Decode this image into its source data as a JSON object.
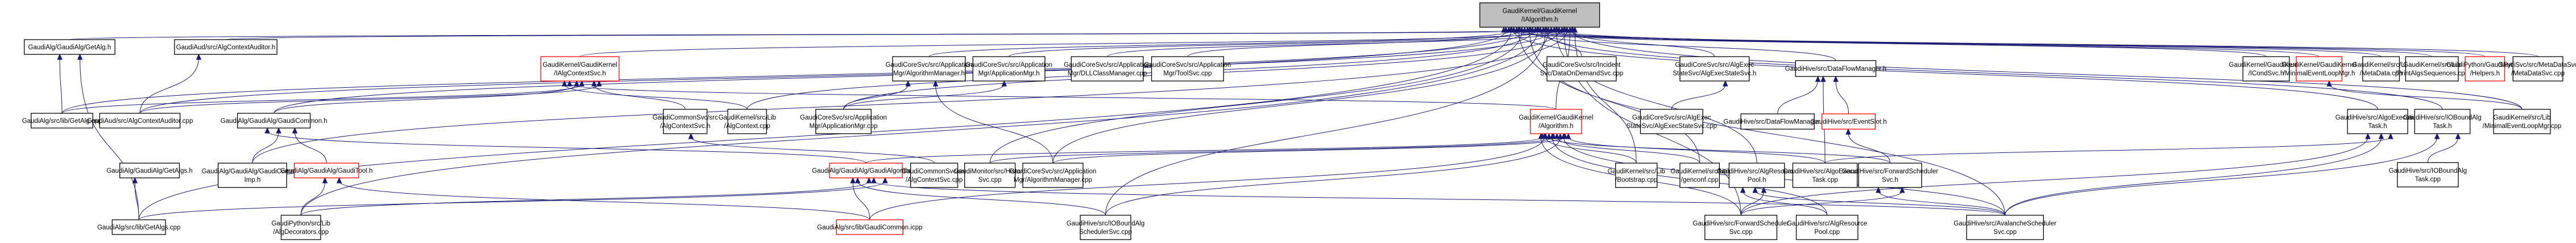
{
  "title": "GaudiKernel/GaudiKernel/IAlgorithm.h include dependency graph",
  "colors": {
    "edge": "#191970",
    "root_fill": "#bfbfbf",
    "node_border": "#000000",
    "incomplete_node_border": "#ff0000"
  },
  "nodes": {
    "root": {
      "lines": [
        "GaudiKernel/GaudiKernel",
        "/IAlgorithm.h"
      ],
      "kind": "root"
    },
    "getalg_h": {
      "lines": [
        "GaudiAlg/GaudiAlg/GetAlg.h"
      ],
      "kind": "normal"
    },
    "algctxaud_h": {
      "lines": [
        "GaudiAud/src/AlgContextAuditor.h"
      ],
      "kind": "normal"
    },
    "ialgctxsvc_h": {
      "lines": [
        "GaudiKernel/GaudiKernel",
        "/IAlgContextSvc.h"
      ],
      "kind": "red"
    },
    "algmgr_h": {
      "lines": [
        "GaudiCoreSvc/src/Application",
        "Mgr/AlgorithmManager.h"
      ],
      "kind": "normal"
    },
    "appmgr_h": {
      "lines": [
        "GaudiCoreSvc/src/Application",
        "Mgr/ApplicationMgr.h"
      ],
      "kind": "normal"
    },
    "dllclassmgr_cpp": {
      "lines": [
        "GaudiCoreSvc/src/Application",
        "Mgr/DLLClassManager.cpp"
      ],
      "kind": "normal"
    },
    "toolsvc_cpp": {
      "lines": [
        "GaudiCoreSvc/src/Application",
        "Mgr/ToolSvc.cpp"
      ],
      "kind": "normal"
    },
    "dataondemand_cpp": {
      "lines": [
        "GaudiCoreSvc/src/Incident",
        "Svc/DataOnDemandSvc.cpp"
      ],
      "kind": "normal"
    },
    "algexecstatesvc_h": {
      "lines": [
        "GaudiCoreSvc/src/AlgExec",
        "StateSvc/AlgExecStateSvc.h"
      ],
      "kind": "normal"
    },
    "dataflowmgr_h": {
      "lines": [
        "GaudiHive/src/DataFlowManager.h"
      ],
      "kind": "normal"
    },
    "icondsvc_h": {
      "lines": [
        "GaudiKernel/GaudiKernel",
        "/ICondSvc.h"
      ],
      "kind": "normal"
    },
    "minimalevtloop_h": {
      "lines": [
        "GaudiKernel/GaudiKernel",
        "/MinimalEventLoopMgr.h"
      ],
      "kind": "red"
    },
    "metadata_cpp": {
      "lines": [
        "GaudiKernel/src/Lib",
        "/MetaData.cpp"
      ],
      "kind": "normal"
    },
    "printalgsseq_cpp": {
      "lines": [
        "GaudiKernel/src/Lib",
        "/PrintAlgsSequences.cpp"
      ],
      "kind": "normal"
    },
    "pyhelpers_h": {
      "lines": [
        "GaudiPython/GaudiPython",
        "/Helpers.h"
      ],
      "kind": "red"
    },
    "metadatasvc_cpp": {
      "lines": [
        "GaudiSvc/src/MetaDataSvc",
        "/MetaDataSvc.cpp"
      ],
      "kind": "normal"
    },
    "getalg_cpp": {
      "lines": [
        "GaudiAlg/src/lib/GetAlg.cpp"
      ],
      "kind": "normal"
    },
    "algctxaud_cpp": {
      "lines": [
        "GaudiAud/src/AlgContextAuditor.cpp"
      ],
      "kind": "normal"
    },
    "gaudicommon_h": {
      "lines": [
        "GaudiAlg/GaudiAlg/GaudiCommon.h"
      ],
      "kind": "normal"
    },
    "algctxsvc_h": {
      "lines": [
        "GaudiCommonSvc/src",
        "/AlgContextSvc.h"
      ],
      "kind": "normal"
    },
    "algcontext_cpp": {
      "lines": [
        "GaudiKernel/src/Lib",
        "/AlgContext.cpp"
      ],
      "kind": "normal"
    },
    "appmgr_cpp": {
      "lines": [
        "GaudiCoreSvc/src/Application",
        "Mgr/ApplicationMgr.cpp"
      ],
      "kind": "normal"
    },
    "algorithm_h": {
      "lines": [
        "GaudiKernel/GaudiKernel",
        "/Algorithm.h"
      ],
      "kind": "red"
    },
    "algexecstatesvc_cpp": {
      "lines": [
        "GaudiCoreSvc/src/AlgExec",
        "StateSvc/AlgExecStateSvc.cpp"
      ],
      "kind": "normal"
    },
    "dataflowmgr_cpp": {
      "lines": [
        "GaudiHive/src/DataFlowManager.cpp"
      ],
      "kind": "normal"
    },
    "eventslot_h": {
      "lines": [
        "GaudiHive/src/EventSlot.h"
      ],
      "kind": "red"
    },
    "algoexectask_h": {
      "lines": [
        "GaudiHive/src/AlgoExecution",
        "Task.h"
      ],
      "kind": "normal"
    },
    "ioboundalgtask_h": {
      "lines": [
        "GaudiHive/src/IOBoundAlg",
        "Task.h"
      ],
      "kind": "normal"
    },
    "minimalevtloop_cpp": {
      "lines": [
        "GaudiKernel/src/Lib",
        "/MinimalEventLoopMgr.cpp"
      ],
      "kind": "normal"
    },
    "getalgs_h": {
      "lines": [
        "GaudiAlg/GaudiAlg/GetAlgs.h"
      ],
      "kind": "normal"
    },
    "gaudicommonimp_h": {
      "lines": [
        "GaudiAlg/GaudiAlg/GaudiCommon",
        "Imp.h"
      ],
      "kind": "normal"
    },
    "gauditool_h": {
      "lines": [
        "GaudiAlg/GaudiAlg/GaudiTool.h"
      ],
      "kind": "red"
    },
    "gaudialgorithm_h": {
      "lines": [
        "GaudiAlg/GaudiAlg/GaudiAlgorithm.h"
      ],
      "kind": "red"
    },
    "algctxsvc_cpp": {
      "lines": [
        "GaudiCommonSvc/src",
        "/AlgContextSvc.cpp"
      ],
      "kind": "normal"
    },
    "historysvc_cpp": {
      "lines": [
        "GaudiMonitor/src/History",
        "Svc.cpp"
      ],
      "kind": "normal"
    },
    "algmgr_cpp": {
      "lines": [
        "GaudiCoreSvc/src/Application",
        "Mgr/AlgorithmManager.cpp"
      ],
      "kind": "normal"
    },
    "bootstrap_cpp": {
      "lines": [
        "GaudiKernel/src/Lib",
        "/Bootstrap.cpp"
      ],
      "kind": "normal"
    },
    "genconf_cpp": {
      "lines": [
        "GaudiKernel/src/Util",
        "/genconf.cpp"
      ],
      "kind": "normal"
    },
    "algrespool_h": {
      "lines": [
        "GaudiHive/src/AlgResource",
        "Pool.h"
      ],
      "kind": "normal"
    },
    "algoexectask_cpp": {
      "lines": [
        "GaudiHive/src/AlgoExecution",
        "Task.cpp"
      ],
      "kind": "normal"
    },
    "fwdsched_h": {
      "lines": [
        "GaudiHive/src/ForwardScheduler",
        "Svc.h"
      ],
      "kind": "normal"
    },
    "ioboundalgtask_cpp": {
      "lines": [
        "GaudiHive/src/IOBoundAlg",
        "Task.cpp"
      ],
      "kind": "normal"
    },
    "getalgs_cpp": {
      "lines": [
        "GaudiAlg/src/lib/GetAlgs.cpp"
      ],
      "kind": "normal"
    },
    "algdecorators_cpp": {
      "lines": [
        "GaudiPython/src/Lib",
        "/AlgDecorators.cpp"
      ],
      "kind": "normal"
    },
    "gaudicommon_icpp": {
      "lines": [
        "GaudiAlg/src/lib/GaudiCommon.icpp"
      ],
      "kind": "red"
    },
    "ioboundschedsvc_cpp": {
      "lines": [
        "GaudiHive/src/IOBoundAlg",
        "SchedulerSvc.cpp"
      ],
      "kind": "normal"
    },
    "fwdsched_cpp": {
      "lines": [
        "GaudiHive/src/ForwardScheduler",
        "Svc.cpp"
      ],
      "kind": "normal"
    },
    "algrespool_cpp": {
      "lines": [
        "GaudiHive/src/AlgResource",
        "Pool.cpp"
      ],
      "kind": "normal"
    },
    "avalanche_cpp": {
      "lines": [
        "GaudiHive/src/AvalancheScheduler",
        "Svc.cpp"
      ],
      "kind": "normal"
    }
  },
  "edges": [
    [
      "getalg_h",
      "root"
    ],
    [
      "algctxaud_h",
      "root"
    ],
    [
      "ialgctxsvc_h",
      "root"
    ],
    [
      "algmgr_h",
      "root"
    ],
    [
      "appmgr_h",
      "root"
    ],
    [
      "dllclassmgr_cpp",
      "root"
    ],
    [
      "toolsvc_cpp",
      "root"
    ],
    [
      "dataondemand_cpp",
      "root"
    ],
    [
      "algexecstatesvc_h",
      "root"
    ],
    [
      "dataflowmgr_h",
      "root"
    ],
    [
      "icondsvc_h",
      "root"
    ],
    [
      "minimalevtloop_h",
      "root"
    ],
    [
      "metadata_cpp",
      "root"
    ],
    [
      "printalgsseq_cpp",
      "root"
    ],
    [
      "pyhelpers_h",
      "root"
    ],
    [
      "metadatasvc_cpp",
      "root"
    ],
    [
      "algorithm_h",
      "root"
    ],
    [
      "getalg_cpp",
      "root"
    ],
    [
      "algctxaud_cpp",
      "root"
    ],
    [
      "gaudicommon_h",
      "root"
    ],
    [
      "algcontext_cpp",
      "root"
    ],
    [
      "appmgr_cpp",
      "root"
    ],
    [
      "algoexectask_h",
      "root"
    ],
    [
      "ioboundalgtask_h",
      "root"
    ],
    [
      "gaudicommonimp_h",
      "root"
    ],
    [
      "historysvc_cpp",
      "root"
    ],
    [
      "algmgr_cpp",
      "root"
    ],
    [
      "bootstrap_cpp",
      "root"
    ],
    [
      "genconf_cpp",
      "root"
    ],
    [
      "algrespool_h",
      "root"
    ],
    [
      "getalgs_cpp",
      "root"
    ],
    [
      "algdecorators_cpp",
      "root"
    ],
    [
      "fwdsched_cpp",
      "root"
    ],
    [
      "avalanche_cpp",
      "root"
    ],
    [
      "ioboundschedsvc_cpp",
      "root"
    ],
    [
      "minimalevtloop_cpp",
      "root"
    ],
    [
      "getalg_cpp",
      "getalg_h"
    ],
    [
      "getalgs_cpp",
      "getalg_h"
    ],
    [
      "algctxaud_cpp",
      "algctxaud_h"
    ],
    [
      "gaudicommon_h",
      "ialgctxsvc_h"
    ],
    [
      "algctxsvc_h",
      "ialgctxsvc_h"
    ],
    [
      "algcontext_cpp",
      "ialgctxsvc_h"
    ],
    [
      "getalg_cpp",
      "ialgctxsvc_h"
    ],
    [
      "algctxaud_cpp",
      "ialgctxsvc_h"
    ],
    [
      "algorithm_h",
      "ialgctxsvc_h"
    ],
    [
      "algmgr_cpp",
      "algmgr_h"
    ],
    [
      "appmgr_cpp",
      "algmgr_h"
    ],
    [
      "appmgr_cpp",
      "appmgr_h"
    ],
    [
      "algexecstatesvc_cpp",
      "algexecstatesvc_h"
    ],
    [
      "dataflowmgr_cpp",
      "dataflowmgr_h"
    ],
    [
      "eventslot_h",
      "dataflowmgr_h"
    ],
    [
      "minimalevtloop_cpp",
      "minimalevtloop_h"
    ],
    [
      "algoexectask_cpp",
      "dataflowmgr_h"
    ],
    [
      "gaudicommonimp_h",
      "gaudicommon_h"
    ],
    [
      "gauditool_h",
      "gaudicommon_h"
    ],
    [
      "gaudialgorithm_h",
      "gaudicommon_h"
    ],
    [
      "algctxsvc_cpp",
      "algctxsvc_h"
    ],
    [
      "getalgs_cpp",
      "getalgs_h"
    ],
    [
      "algdecorators_cpp",
      "gauditool_h"
    ],
    [
      "gaudicommon_icpp",
      "gauditool_h"
    ],
    [
      "gaudicommon_icpp",
      "gaudialgorithm_h"
    ],
    [
      "algdecorators_cpp",
      "gaudialgorithm_h"
    ],
    [
      "getalgs_cpp",
      "gaudialgorithm_h"
    ],
    [
      "ioboundschedsvc_cpp",
      "gaudialgorithm_h"
    ],
    [
      "avalanche_cpp",
      "gaudialgorithm_h"
    ],
    [
      "gaudialgorithm_h",
      "algorithm_h"
    ],
    [
      "historysvc_cpp",
      "algorithm_h"
    ],
    [
      "algmgr_cpp",
      "algorithm_h"
    ],
    [
      "bootstrap_cpp",
      "algorithm_h"
    ],
    [
      "genconf_cpp",
      "algorithm_h"
    ],
    [
      "algoexectask_cpp",
      "algorithm_h"
    ],
    [
      "fwdsched_h",
      "algorithm_h"
    ],
    [
      "ioboundschedsvc_cpp",
      "algorithm_h"
    ],
    [
      "fwdsched_cpp",
      "algorithm_h"
    ],
    [
      "algrespool_cpp",
      "algorithm_h"
    ],
    [
      "avalanche_cpp",
      "algorithm_h"
    ],
    [
      "gaudicommon_icpp",
      "algorithm_h"
    ],
    [
      "fwdsched_h",
      "eventslot_h"
    ],
    [
      "algoexectask_cpp",
      "algoexectask_h"
    ],
    [
      "fwdsched_cpp",
      "algoexectask_h"
    ],
    [
      "avalanche_cpp",
      "algoexectask_h"
    ],
    [
      "ioboundalgtask_cpp",
      "ioboundalgtask_h"
    ],
    [
      "avalanche_cpp",
      "ioboundalgtask_h"
    ],
    [
      "fwdsched_cpp",
      "algrespool_h"
    ],
    [
      "algrespool_cpp",
      "algrespool_h"
    ],
    [
      "avalanche_cpp",
      "algrespool_h"
    ],
    [
      "fwdsched_cpp",
      "fwdsched_h"
    ],
    [
      "avalanche_cpp",
      "fwdsched_h"
    ]
  ]
}
